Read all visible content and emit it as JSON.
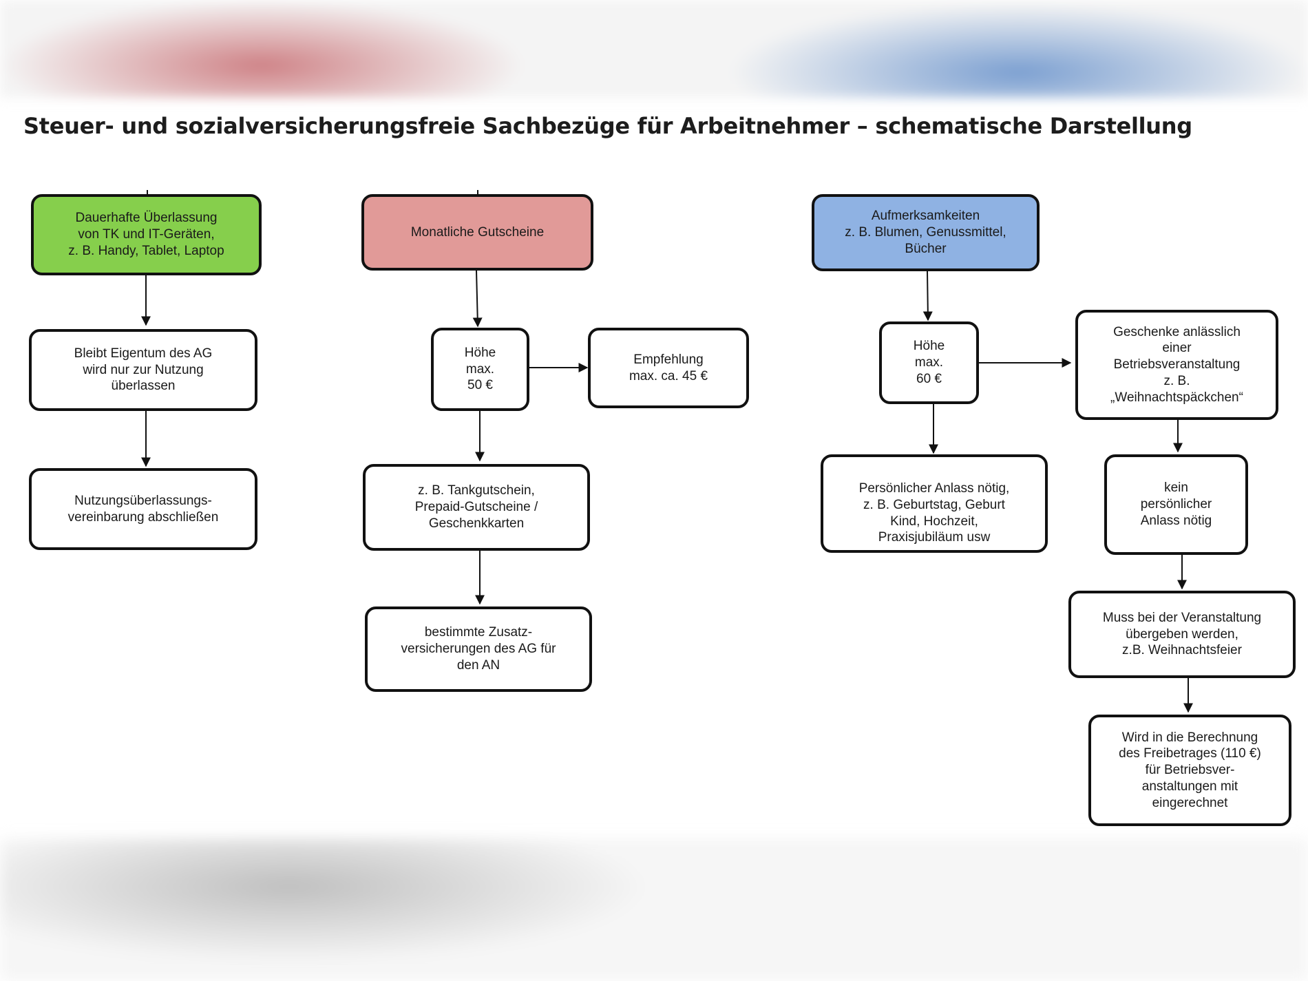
{
  "title": "Steuer- und sozialversicherungsfreie Sachbezüge für Arbeitnehmer – schematische Darstellung",
  "colors": {
    "green": "#86cf4c",
    "red": "#e19a98",
    "blue": "#8fb2e3",
    "border": "#111111",
    "arrow": "#111111"
  },
  "columns": {
    "it_devices": {
      "header": "Dauerhafte Überlassung\nvon TK und IT-Geräten,\nz. B. Handy, Tablet, Laptop",
      "ownership": "Bleibt Eigentum des AG\nwird nur zur Nutzung\nüberlassen",
      "agreement": "Nutzungsüberlassungs-\nvereinbarung abschließen"
    },
    "vouchers": {
      "header": "Monatliche Gutscheine",
      "limit": "Höhe\nmax.\n50 €",
      "recommendation": "Empfehlung\nmax. ca. 45 €",
      "examples": "z. B. Tankgutschein,\nPrepaid-Gutscheine /\nGeschenkkarten",
      "insurance": "bestimmte Zusatz-\nversicherungen des AG für\nden AN"
    },
    "gifts": {
      "header": "Aufmerksamkeiten\nz. B. Blumen, Genussmittel,\nBücher",
      "limit": "Höhe\nmax.\n60 €",
      "personal": "Persönlicher Anlass nötig,\nz. B. Geburtstag, Geburt\nKind, Hochzeit,\nPraxisjubiläum usw",
      "event_gifts": "Geschenke anlässlich\neiner\nBetriebsveranstaltung\nz. B.\n„Weihnachtspäckchen“",
      "no_personal": "kein\npersönlicher\nAnlass nötig",
      "handover": "Muss bei der Veranstaltung\nübergeben werden,\nz.B. Weihnachtsfeier",
      "allowance": "Wird in die Berechnung\ndes Freibetrages (110 €)\nfür Betriebsver-\nanstaltungen mit\neingerechnet"
    }
  }
}
